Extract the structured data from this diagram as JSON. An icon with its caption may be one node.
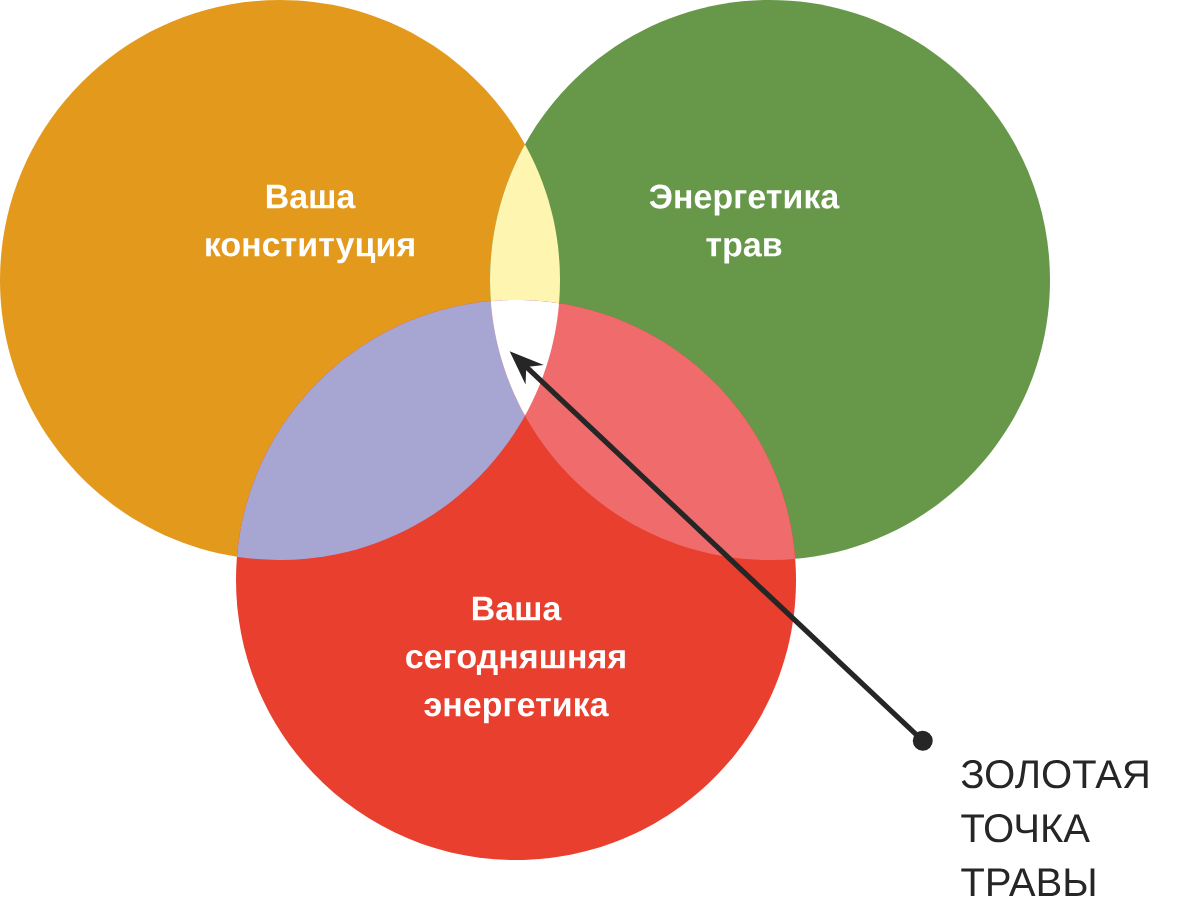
{
  "diagram": {
    "nodes": [
      {
        "text": [
          "Ваша конституция"
        ]
      },
      {
        "text": [
          "Энергетика трав"
        ]
      },
      {
        "text": [
          "Ваша сегодняшняя энергетика"
        ]
      },
      {
        "text": [
          "ЗОЛОТАЯ ТОЧКА ТРАВЫ"
        ]
      },
      {
        "text": [],
        "shape": "lens"
      }
    ],
    "edges": [
      {
        "from": 3,
        "to": 4,
        "arrow": "to"
      }
    ]
  }
}
